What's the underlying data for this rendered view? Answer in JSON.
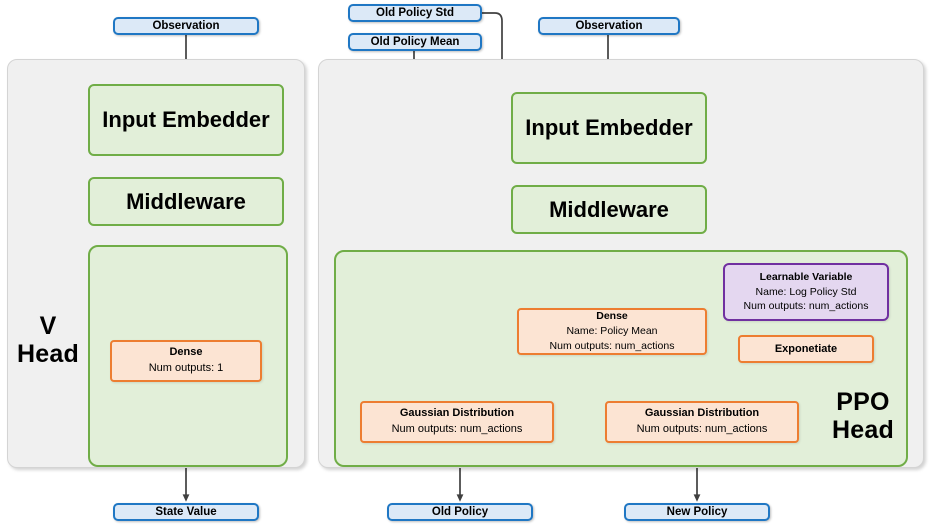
{
  "diagram": {
    "title": "PPO network architecture: V Head and PPO Head",
    "colors": {
      "group_panel_fill": "#f0f0f0",
      "group_panel_border": "#d4d4d4",
      "head_fill": "#e2efd9",
      "head_border": "#70ad47",
      "op_fill": "#fce4d3",
      "op_border": "#ed7d31",
      "variable_fill": "#e4d7f0",
      "variable_border": "#7030a0",
      "io_fill": "#dce9f7",
      "io_border": "#1f77c4",
      "edge": "#404040"
    }
  },
  "inputs": {
    "v_observation": "Observation",
    "ppo_observation": "Observation",
    "old_policy_std": "Old Policy Std",
    "old_policy_mean": "Old Policy Mean"
  },
  "outputs": {
    "state_value": "State Value",
    "old_policy": "Old Policy",
    "new_policy": "New Policy"
  },
  "v_head": {
    "label_line1": "V",
    "label_line2": "Head",
    "input_embedder": "Input Embedder",
    "middleware": "Middleware",
    "dense": {
      "title": "Dense",
      "line2": "Num outputs: 1"
    }
  },
  "ppo_head": {
    "label_line1": "PPO",
    "label_line2": "Head",
    "input_embedder": "Input Embedder",
    "middleware": "Middleware",
    "dense": {
      "title": "Dense",
      "line2": "Name: Policy Mean",
      "line3": "Num outputs: num_actions"
    },
    "learnable_variable": {
      "title": "Learnable Variable",
      "line2": "Name: Log Policy Std",
      "line3": "Num outputs: num_actions"
    },
    "exponentiate": {
      "title": "Exponetiate"
    },
    "gaussian_old": {
      "title": "Gaussian Distribution",
      "line2": "Num outputs: num_actions"
    },
    "gaussian_new": {
      "title": "Gaussian Distribution",
      "line2": "Num outputs: num_actions"
    }
  }
}
